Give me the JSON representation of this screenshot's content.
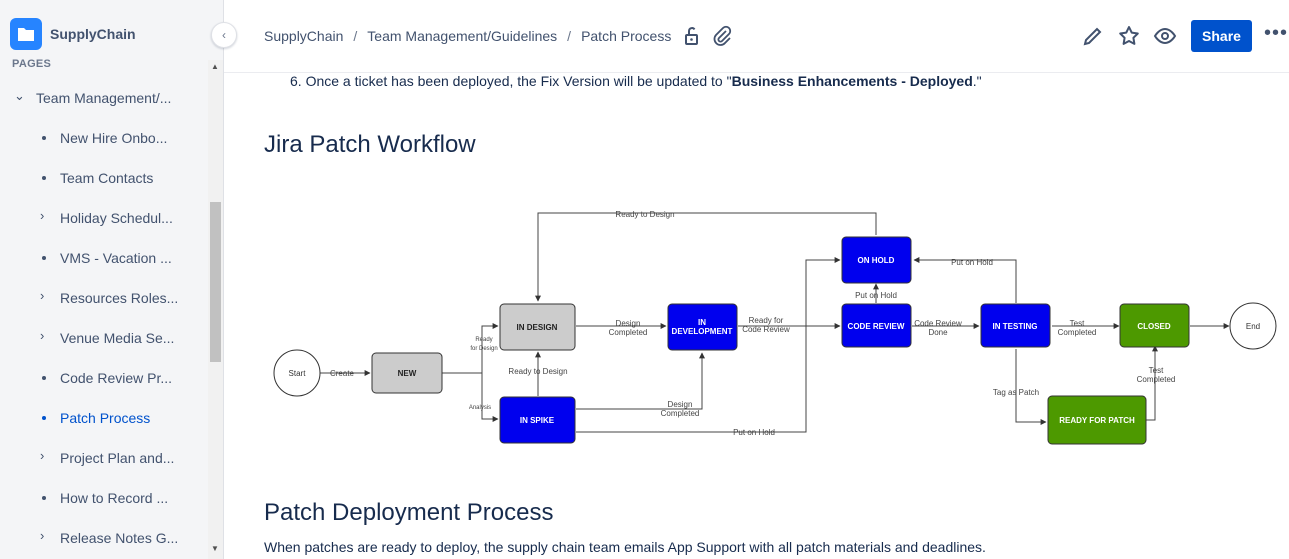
{
  "space": {
    "name": "SupplyChain"
  },
  "sidebar": {
    "pages_label": "PAGES",
    "parent": {
      "label": "Team Management/..."
    },
    "items": [
      {
        "label": "New Hire Onbo...",
        "kind": "bullet"
      },
      {
        "label": "Team Contacts",
        "kind": "bullet"
      },
      {
        "label": "Holiday Schedul...",
        "kind": "chevron"
      },
      {
        "label": "VMS - Vacation ...",
        "kind": "bullet"
      },
      {
        "label": "Resources Roles...",
        "kind": "chevron"
      },
      {
        "label": "Venue Media Se...",
        "kind": "chevron"
      },
      {
        "label": "Code Review Pr...",
        "kind": "bullet"
      },
      {
        "label": "Patch Process",
        "kind": "bullet",
        "active": true
      },
      {
        "label": "Project Plan and...",
        "kind": "chevron"
      },
      {
        "label": "How to Record ...",
        "kind": "bullet"
      },
      {
        "label": "Release Notes G...",
        "kind": "chevron"
      }
    ]
  },
  "breadcrumbs": [
    "SupplyChain",
    "Team Management/Guidelines",
    "Patch Process"
  ],
  "toolbar": {
    "share_label": "Share"
  },
  "content": {
    "list_item": {
      "prefix": "6. Once a ticket has been deployed, the Fix Version will be updated to \"",
      "bold": "Business Enhancements - Deployed",
      "suffix": ".\""
    },
    "workflow_heading": "Jira Patch Workflow",
    "deploy_heading": "Patch Deployment Process",
    "deploy_text": "When patches are ready to deploy, the supply chain team emails App Support with all patch materials and deadlines."
  },
  "diagram": {
    "nodes": {
      "start": "Start",
      "new": "NEW",
      "in_design": "IN DESIGN",
      "in_spike": "IN SPIKE",
      "in_dev_1": "IN",
      "in_dev_2": "DEVELOPMENT",
      "on_hold": "ON HOLD",
      "code_review": "CODE REVIEW",
      "in_testing": "IN TESTING",
      "closed": "CLOSED",
      "ready_for_patch": "READY FOR PATCH",
      "end": "End"
    },
    "labels": {
      "create": "Create",
      "ready_for_design_top": "Ready to Design",
      "ready_for_design_small_1": "Ready",
      "ready_for_design_small_2": "for Design",
      "analysis": "Analysis",
      "ready_to_design_mid": "Ready to Design",
      "design_completed_1": "Design",
      "design_completed_2": "Completed",
      "design_completed_b1": "Design",
      "design_completed_b2": "Completed",
      "ready_for_cr_1": "Ready for",
      "ready_for_cr_2": "Code Review",
      "put_on_hold_cr": "Put on Hold",
      "put_on_hold_test": "Put on Hold",
      "put_on_hold_spike": "Put on Hold",
      "cr_done_1": "Code Review",
      "cr_done_2": "Done",
      "test_completed_1": "Test",
      "test_completed_2": "Completed",
      "test_completed_b1": "Test",
      "test_completed_b2": "Completed",
      "tag_as_patch": "Tag as Patch"
    },
    "colors": {
      "blue": "#0000ee",
      "gray": "#cccccc",
      "green": "#4d9900"
    }
  }
}
